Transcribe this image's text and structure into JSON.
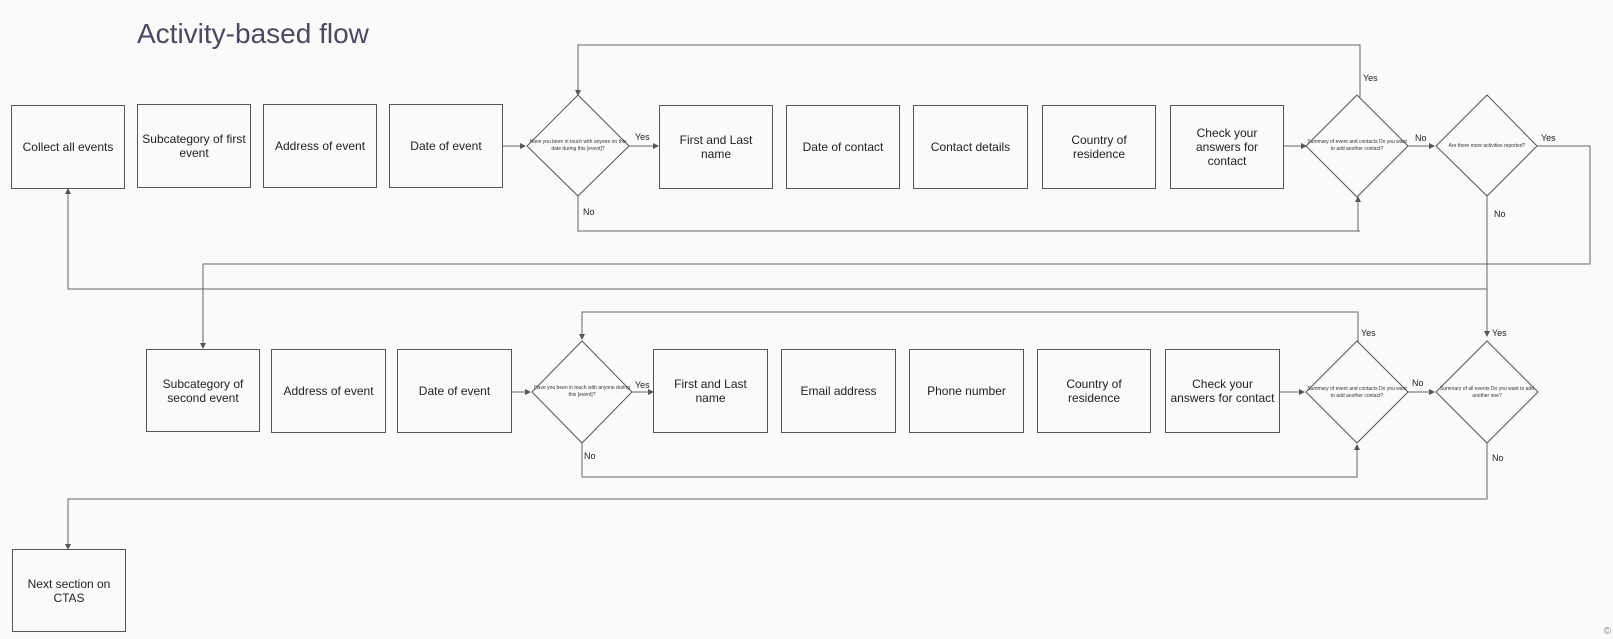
{
  "title": "Activity-based flow",
  "boxes": {
    "collect": "Collect all events",
    "sub1": "Subcategory of first event",
    "addr1": "Address of event",
    "date1": "Date of event",
    "name1": "First and Last name",
    "doc1": "Date of contact",
    "cd1": "Contact details",
    "cor1": "Country of residence",
    "check1": "Check your answers for contact",
    "sub2": "Subcategory of second event",
    "addr2": "Address of event",
    "date2": "Date of event",
    "name2": "First and Last name",
    "email2": "Email address",
    "phone2": "Phone number",
    "cor2": "Country of residence",
    "check2": "Check your answers for contact",
    "next": "Next section on CTAS"
  },
  "decisions": {
    "touch1": "Have you been in touch with anyone on this date during this [event]?",
    "summary1": "Summary of event and contacts Do you want to add another contact?",
    "more": "Are there more activities reported?",
    "touch2": "Have you been in touch with anyone during this [event]?",
    "summary2": "Summary of event and contacts Do you want to add another contact?",
    "summary_all": "Summary of all events Do you want to add another one?"
  },
  "labels": {
    "yes": "Yes",
    "no": "No"
  },
  "corner": "©"
}
